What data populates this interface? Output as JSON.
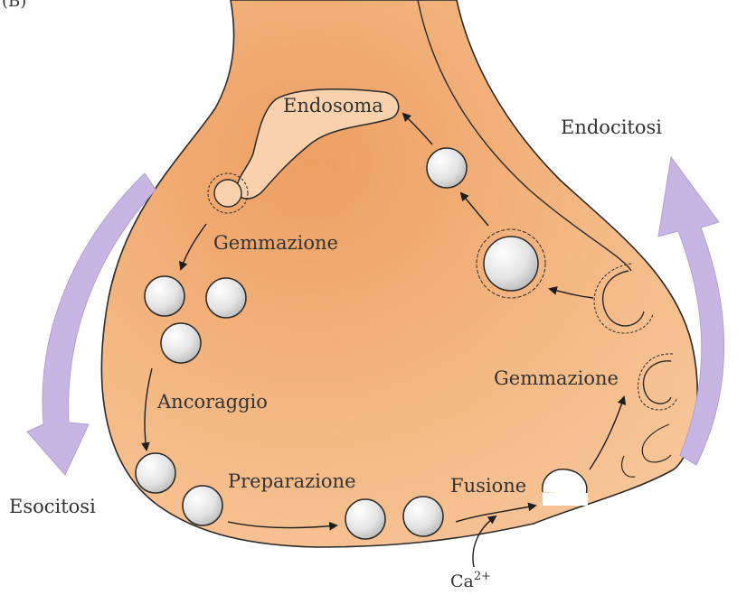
{
  "figure": {
    "panel_tag": "(B)",
    "labels": {
      "endosoma": "Endosoma",
      "endocitosi": "Endocitosi",
      "gemmazione_top": "Gemmazione",
      "ancoraggio": "Ancoraggio",
      "preparazione": "Preparazione",
      "fusione": "Fusione",
      "gemmazione_right": "Gemmazione",
      "esocitosi": "Esocitosi",
      "calcium": "Ca",
      "calcium_sup": "2+"
    }
  },
  "colors": {
    "terminal_fill": "#f6bf8e",
    "terminal_fill_dark": "#ea9a5d",
    "vesicle_fill": "#e6e6e6",
    "cycle_arrow": "#c4b4e0",
    "line": "#2a2a2a"
  }
}
